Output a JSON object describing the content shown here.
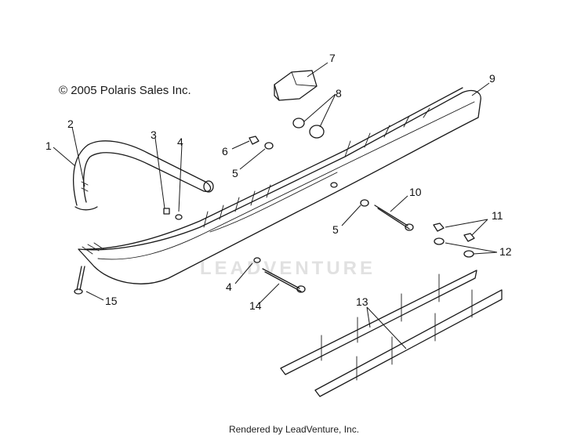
{
  "copyright": "© 2005 Polaris Sales Inc.",
  "footer": "Rendered by LeadVenture, Inc.",
  "watermark": "LEADVENTURE",
  "callouts": {
    "c1": "1",
    "c2": "2",
    "c3": "3",
    "c4a": "4",
    "c4b": "4",
    "c5a": "5",
    "c5b": "5",
    "c6": "6",
    "c7": "7",
    "c8": "8",
    "c9": "9",
    "c10": "10",
    "c11": "11",
    "c12": "12",
    "c13": "13",
    "c14": "14",
    "c15": "15"
  }
}
